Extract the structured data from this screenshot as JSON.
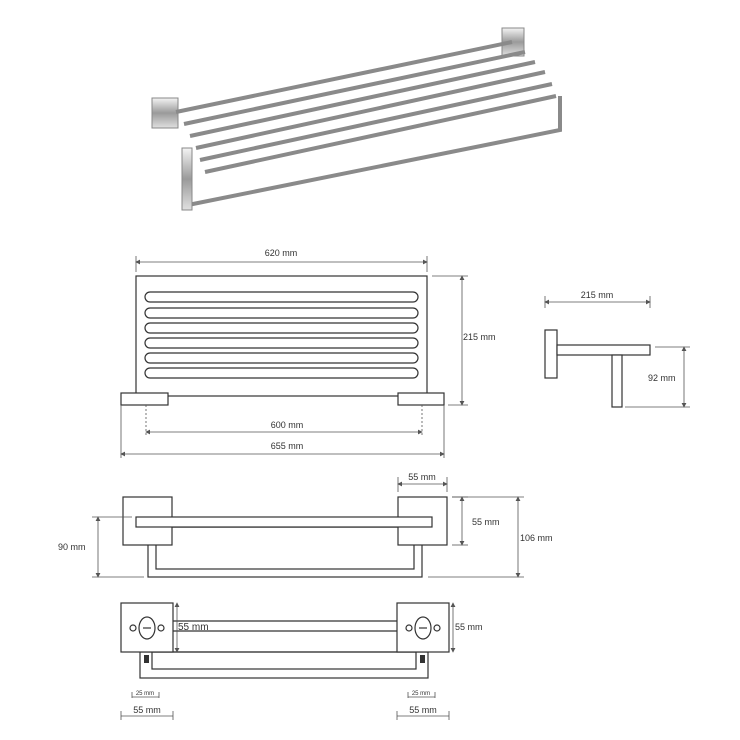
{
  "front_view": {
    "width_label": "620 mm",
    "height_label": "215 mm",
    "mount_spacing_label": "600 mm",
    "total_width_label": "655 mm"
  },
  "side_view": {
    "depth_label": "215 mm",
    "drop_label": "92 mm"
  },
  "top_view": {
    "plate_width_label": "55 mm",
    "plate_height_label": "55 mm",
    "total_depth_label": "106 mm",
    "bar_depth_label": "90 mm"
  },
  "bottom_view": {
    "plate_label_left": "55 mm",
    "plate_label_right": "55 mm",
    "screw_offset_left": "25 mm",
    "screw_offset_right": "25 mm",
    "plate_width_left": "55 mm",
    "plate_width_right": "55 mm"
  }
}
